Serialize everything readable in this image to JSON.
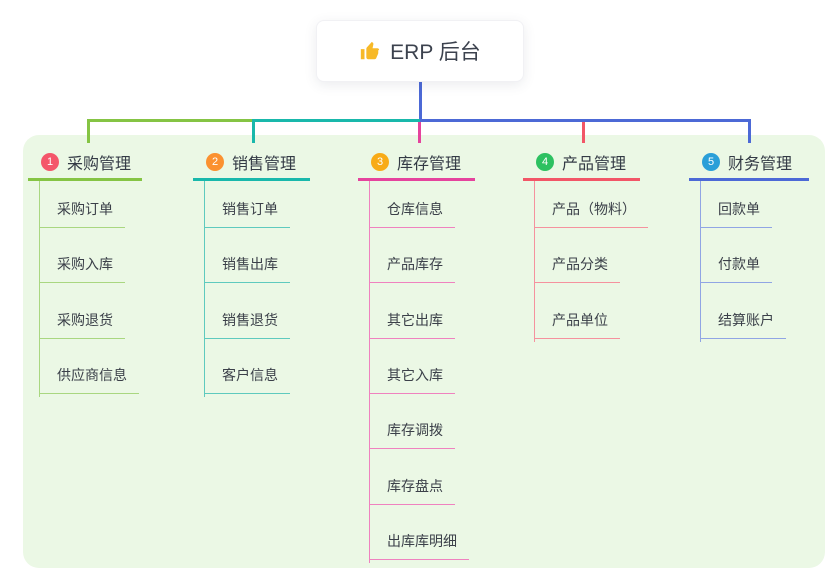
{
  "root": {
    "icon": "thumbs-up",
    "title": "ERP 后台"
  },
  "colors": {
    "c1": "#85c444",
    "c2": "#19b8ab",
    "c3": "#e5439d",
    "c4": "#f25667",
    "c5": "#4c69d6",
    "panel": "#ebf8e5",
    "text": "#3a3f49",
    "thumb": "#f7b928"
  },
  "branches": [
    {
      "number": "1",
      "label": "采购管理",
      "badge_color": "#f4566a",
      "line_color": "#85c444",
      "light_color": "#a9d780",
      "children": [
        "采购订单",
        "采购入库",
        "采购退货",
        "供应商信息"
      ]
    },
    {
      "number": "2",
      "label": "销售管理",
      "badge_color": "#fb9130",
      "line_color": "#19b8ab",
      "light_color": "#5ecabe",
      "children": [
        "销售订单",
        "销售出库",
        "销售退货",
        "客户信息"
      ]
    },
    {
      "number": "3",
      "label": "库存管理",
      "badge_color": "#f8ab17",
      "line_color": "#e5439d",
      "light_color": "#ef82bf",
      "children": [
        "仓库信息",
        "产品库存",
        "其它出库",
        "其它入库",
        "库存调拨",
        "库存盘点",
        "出库库明细"
      ]
    },
    {
      "number": "4",
      "label": "产品管理",
      "badge_color": "#2dc161",
      "line_color": "#f25667",
      "light_color": "#f5929e",
      "children": [
        "产品（物料）",
        "产品分类",
        "产品单位"
      ]
    },
    {
      "number": "5",
      "label": "财务管理",
      "badge_color": "#2a9fd8",
      "line_color": "#4c69d6",
      "light_color": "#90a5e4",
      "children": [
        "回款单",
        "付款单",
        "结算账户"
      ]
    }
  ]
}
